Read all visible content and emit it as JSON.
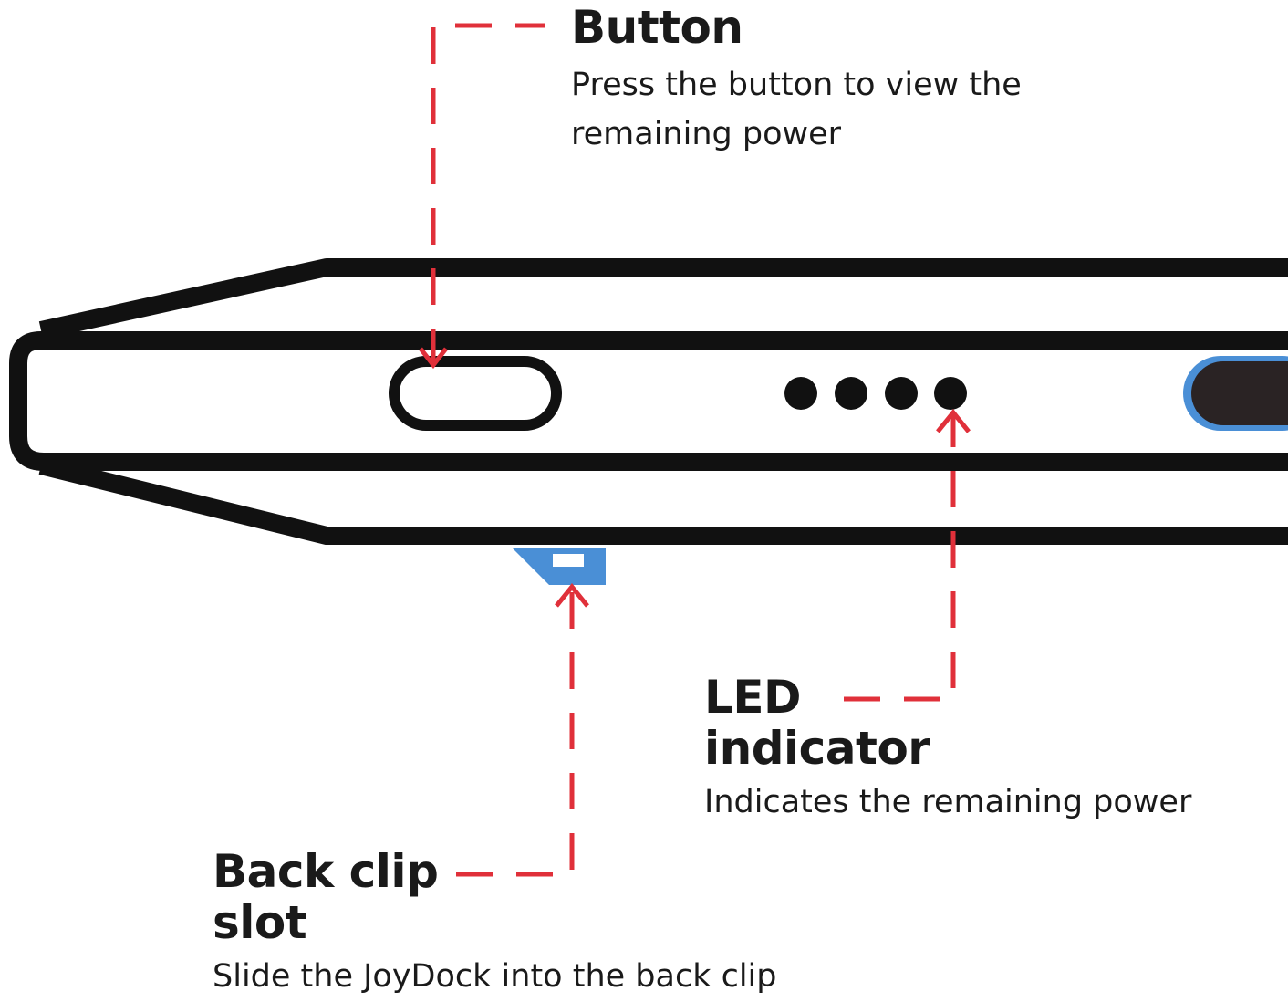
{
  "callouts": {
    "button": {
      "title": "Button",
      "description": "Press the button to view the\nremaining power"
    },
    "led": {
      "title": "LED\nindicator",
      "description": "Indicates the remaining power"
    },
    "back_clip": {
      "title": "Back clip\nslot",
      "description": "Slide the JoyDock into the back clip"
    }
  },
  "colors": {
    "outline": "#111111",
    "leader_line": "#e0303a",
    "clip_accent": "#4a8fd6",
    "background": "#ffffff"
  },
  "led_count": 4
}
